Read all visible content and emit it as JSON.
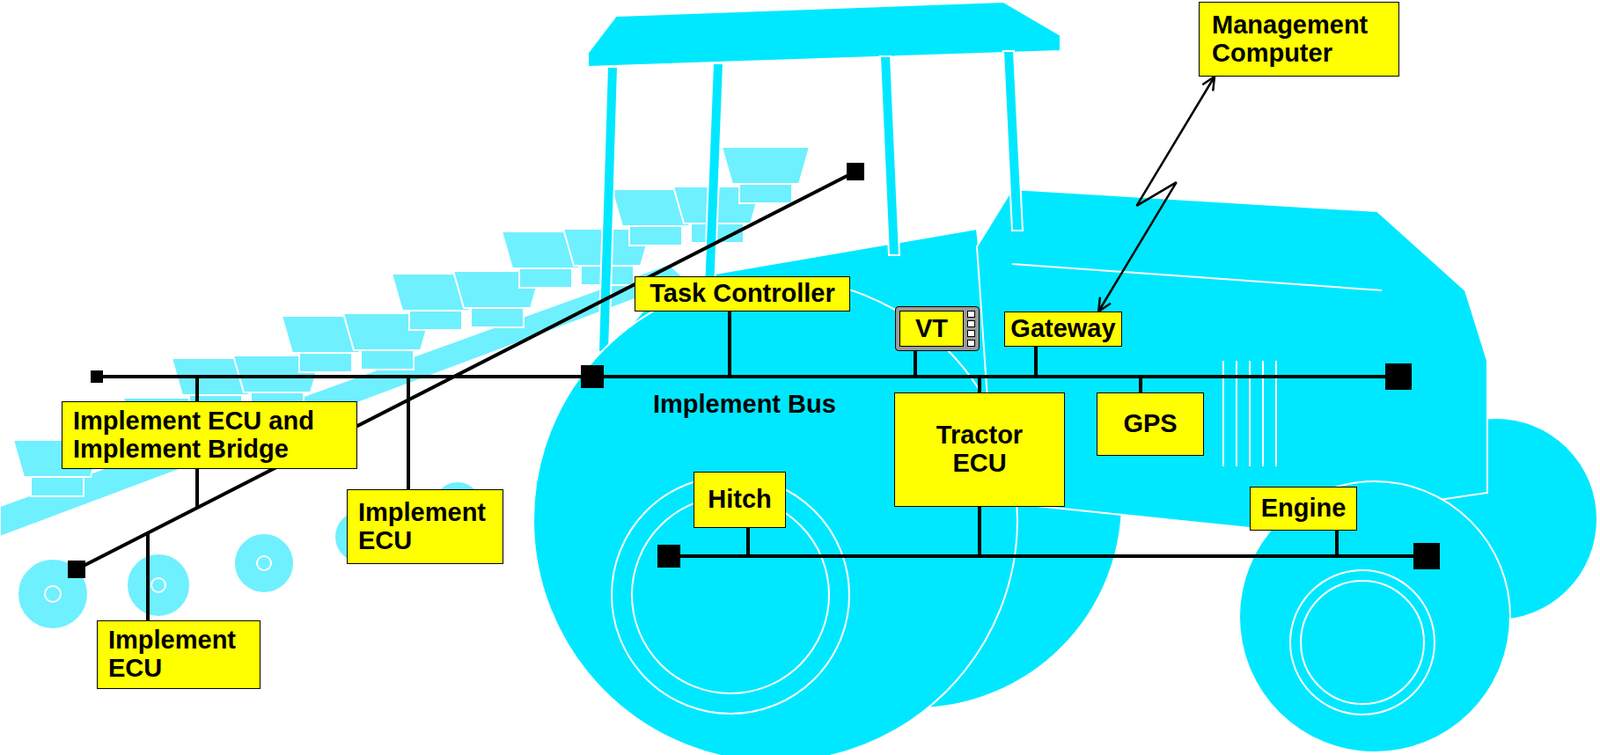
{
  "diagram": {
    "nodes": [
      {
        "text": [
          "Management Computer"
        ]
      },
      {
        "text": [
          "Task Controller"
        ]
      },
      {
        "text": [
          "VT"
        ]
      },
      {
        "text": [
          "Gateway"
        ]
      },
      {
        "text": [
          "Implement ECU and Implement Bridge"
        ]
      },
      {
        "text": [
          "Tractor ECU"
        ]
      },
      {
        "text": [
          "GPS"
        ]
      },
      {
        "text": [
          "Implement ECU"
        ]
      },
      {
        "text": [
          "Hitch"
        ]
      },
      {
        "text": [
          "Engine"
        ]
      },
      {
        "text": [
          "Implement ECU"
        ]
      }
    ],
    "edges": [
      {
        "from": 3,
        "to": 0,
        "arrow": "both"
      }
    ],
    "labels": [
      "Implement Bus"
    ]
  }
}
